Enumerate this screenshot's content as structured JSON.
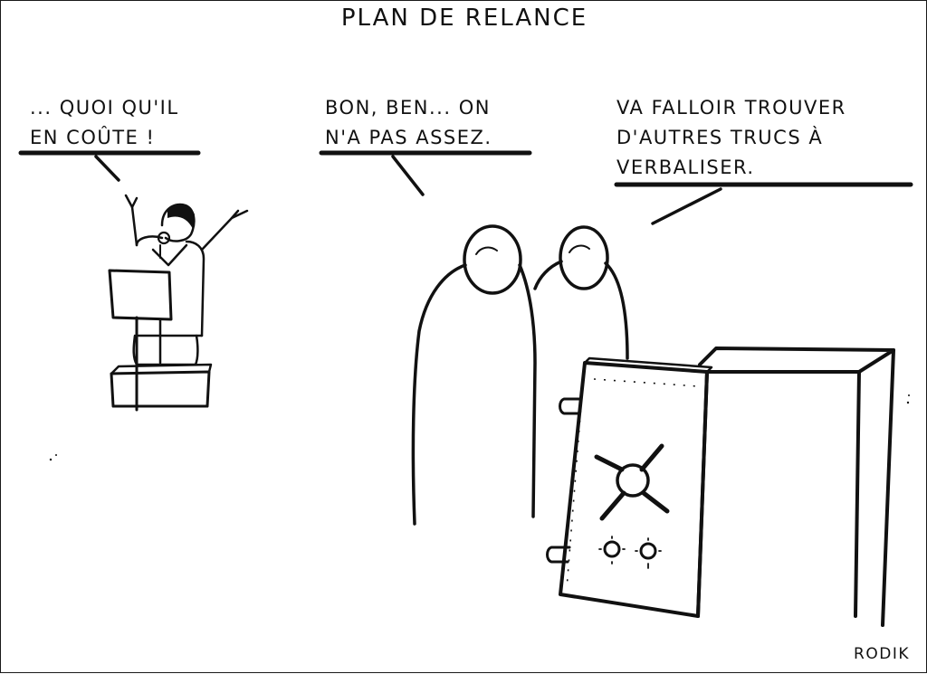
{
  "title": "PLAN DE RELANCE",
  "speech": [
    {
      "text": "... QUOI QU'IL\nEN COÛTE !"
    },
    {
      "text": "BON, BEN... ON\nN'A PAS ASSEZ."
    },
    {
      "text": "VA FALLOIR TROUVER\nD'AUTRES TRUCS À\nVERBALISER."
    }
  ],
  "signature": "RODIK"
}
